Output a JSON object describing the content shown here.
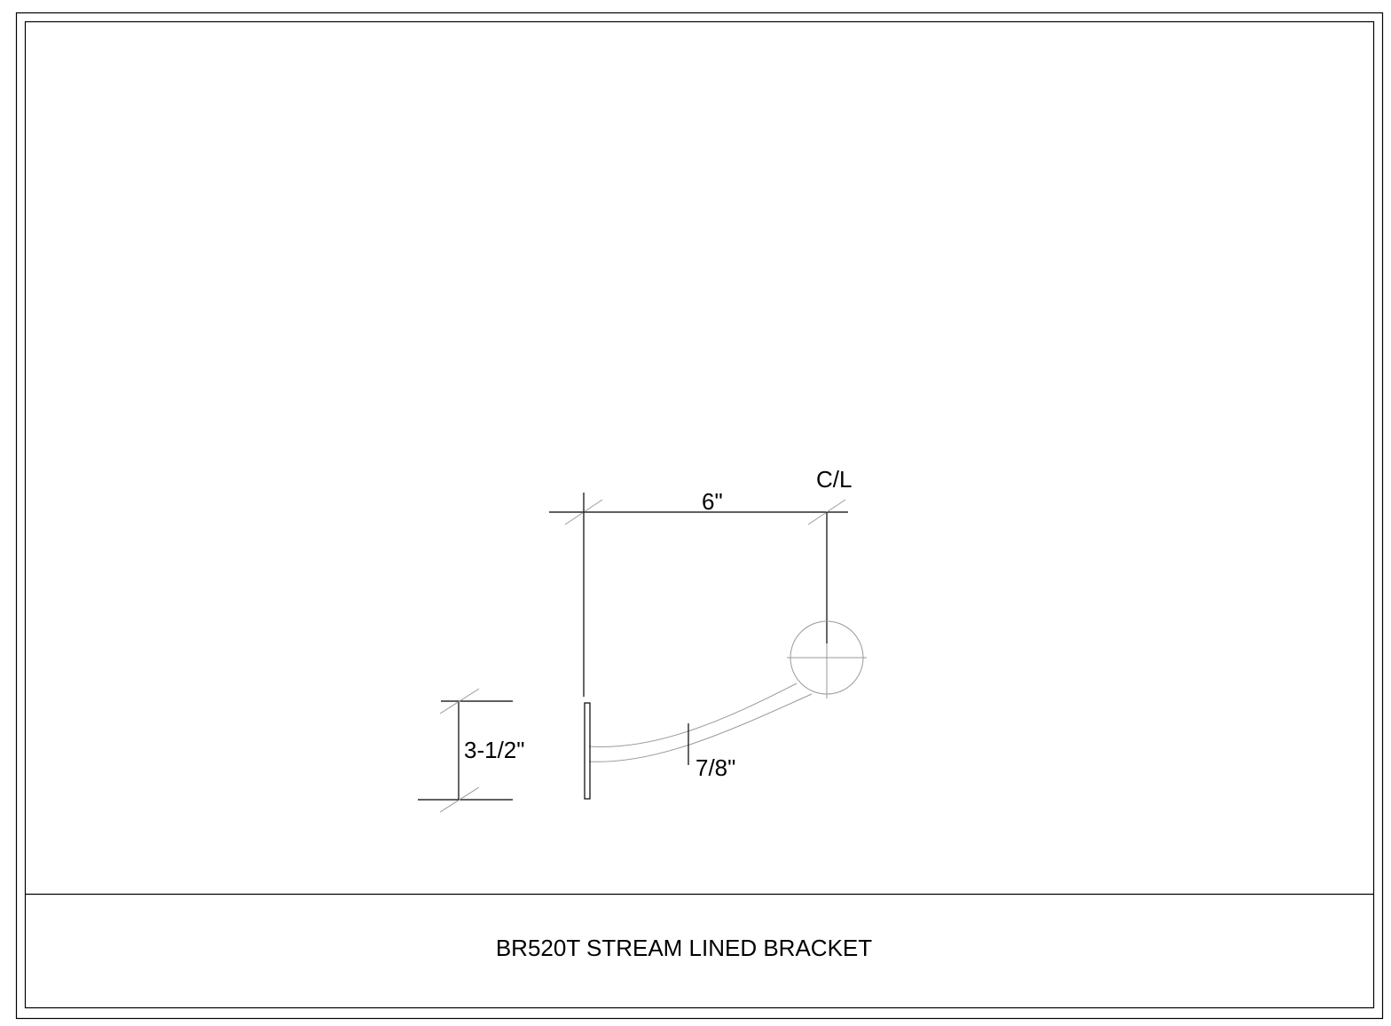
{
  "drawing": {
    "title": "BR520T STREAM LINED BRACKET",
    "dimensions": {
      "horizontal_projection": "6\"",
      "centerline": "C/L",
      "plate_height": "3-1/2\"",
      "tube_diameter": "7/8\""
    }
  },
  "colors": {
    "line": "#000000",
    "light_line": "#9a9a9a",
    "background": "#ffffff"
  }
}
